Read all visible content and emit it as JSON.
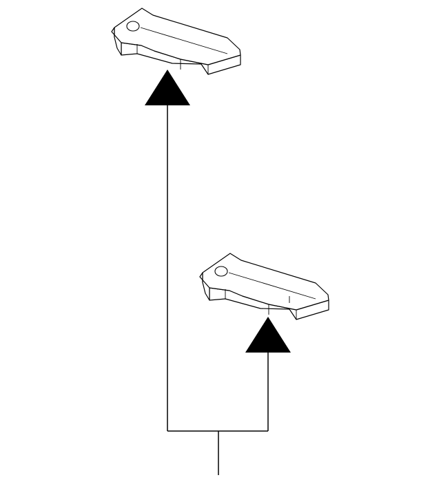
{
  "diagram": {
    "type": "parts-callout",
    "stroke_color": "#000000",
    "fill_color": "#ffffff",
    "arrow_color": "#000000",
    "parts": [
      {
        "name": "part-upper"
      },
      {
        "name": "part-lower"
      }
    ]
  }
}
